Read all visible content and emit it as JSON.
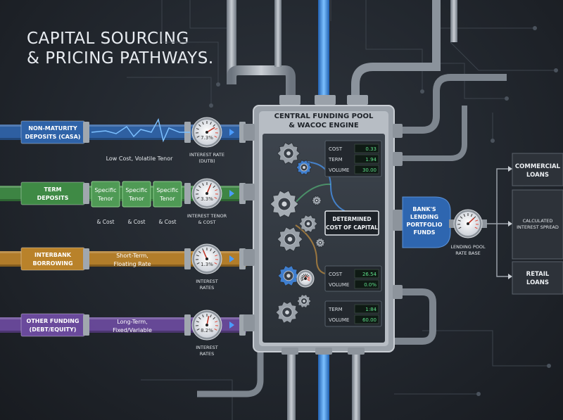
{
  "title": {
    "line1": "CAPITAL SOURCING",
    "line2": "& PRICING PATHWAYS."
  },
  "pool": {
    "title_line1": "CENTRAL FUNDING POOL",
    "title_line2": "& WACOC ENGINE"
  },
  "sources": [
    {
      "label_line1": "NON-MATURITY",
      "label_line2": "DEPOSITS (CASA)",
      "color": "#2f63a8",
      "note": "Low Cost, Volatile Tenor",
      "gauge_value": "7.3%",
      "gauge_level": 0.75,
      "gauge_label_line1": "INTEREST RATE",
      "gauge_label_line2": "(DUTB)"
    },
    {
      "label_line1": "TERM",
      "label_line2": "DEPOSITS",
      "color": "#3f8a45",
      "tenor_boxes": [
        {
          "line1": "Specific",
          "line2": "Tenor",
          "cost": "& Cost"
        },
        {
          "line1": "Specific",
          "line2": "Tenor",
          "cost": "& Cost"
        },
        {
          "line1": "Specific",
          "line2": "Tenor",
          "cost": "& Cost"
        }
      ],
      "gauge_value": "3.3%",
      "gauge_level": 0.6,
      "gauge_label_line1": "INTEREST TENOR",
      "gauge_label_line2": "& COST"
    },
    {
      "label_line1": "INTERBANK",
      "label_line2": "BORROWING",
      "color": "#b9822a",
      "note_line1": "Short-Term,",
      "note_line2": "Floating Rate",
      "gauge_value": "1.3%",
      "gauge_level": 0.4,
      "gauge_label_line1": "INTEREST",
      "gauge_label_line2": "RATES"
    },
    {
      "label_line1": "OTHER FUNDING",
      "label_line2": "(DEBT/EQUITY)",
      "color": "#6a4a9c",
      "note_line1": "Long-Term,",
      "note_line2": "Fixed/Variable",
      "gauge_value": "8.2%",
      "gauge_level": 0.55,
      "gauge_label_line1": "INTEREST",
      "gauge_label_line2": "RATES"
    }
  ],
  "readouts": {
    "top": [
      {
        "label": "COST",
        "value": "0.33"
      },
      {
        "label": "TERM",
        "value": "1.94"
      },
      {
        "label": "VOLUME",
        "value": "30.00"
      }
    ],
    "mid": [
      {
        "label": "COST",
        "value": "26.54"
      },
      {
        "label": "VOLUME",
        "value": "0.0%"
      }
    ],
    "bottom": [
      {
        "label": "TERM",
        "value": "1:84"
      },
      {
        "label": "VOLUME",
        "value": "60.00"
      }
    ]
  },
  "determined": {
    "line1": "DETERMINED",
    "line2": "COST OF CAPITAL"
  },
  "lending": {
    "line1": "BANK'S",
    "line2": "LENDING",
    "line3": "PORTFOLIO",
    "line4": "FUNDS",
    "gauge_label_line1": "LENDING POOL",
    "gauge_label_line2": "RATE BASE",
    "gauge_level": 0.7
  },
  "outputs": [
    {
      "line1": "COMMERCIAL",
      "line2": "LOANS"
    },
    {
      "line1": "CALCULATED",
      "line2": "INTEREST SPREAD"
    },
    {
      "line1": "RETAIL",
      "line2": "LOANS"
    }
  ],
  "colors": {
    "accent_blue": "#4a9cff",
    "screen_green": "#5ee08a",
    "gauge_red": "#e04a3a"
  },
  "icons": [
    "gear-icon",
    "gauge-icon",
    "pipe-icon",
    "arrow-right-icon"
  ]
}
